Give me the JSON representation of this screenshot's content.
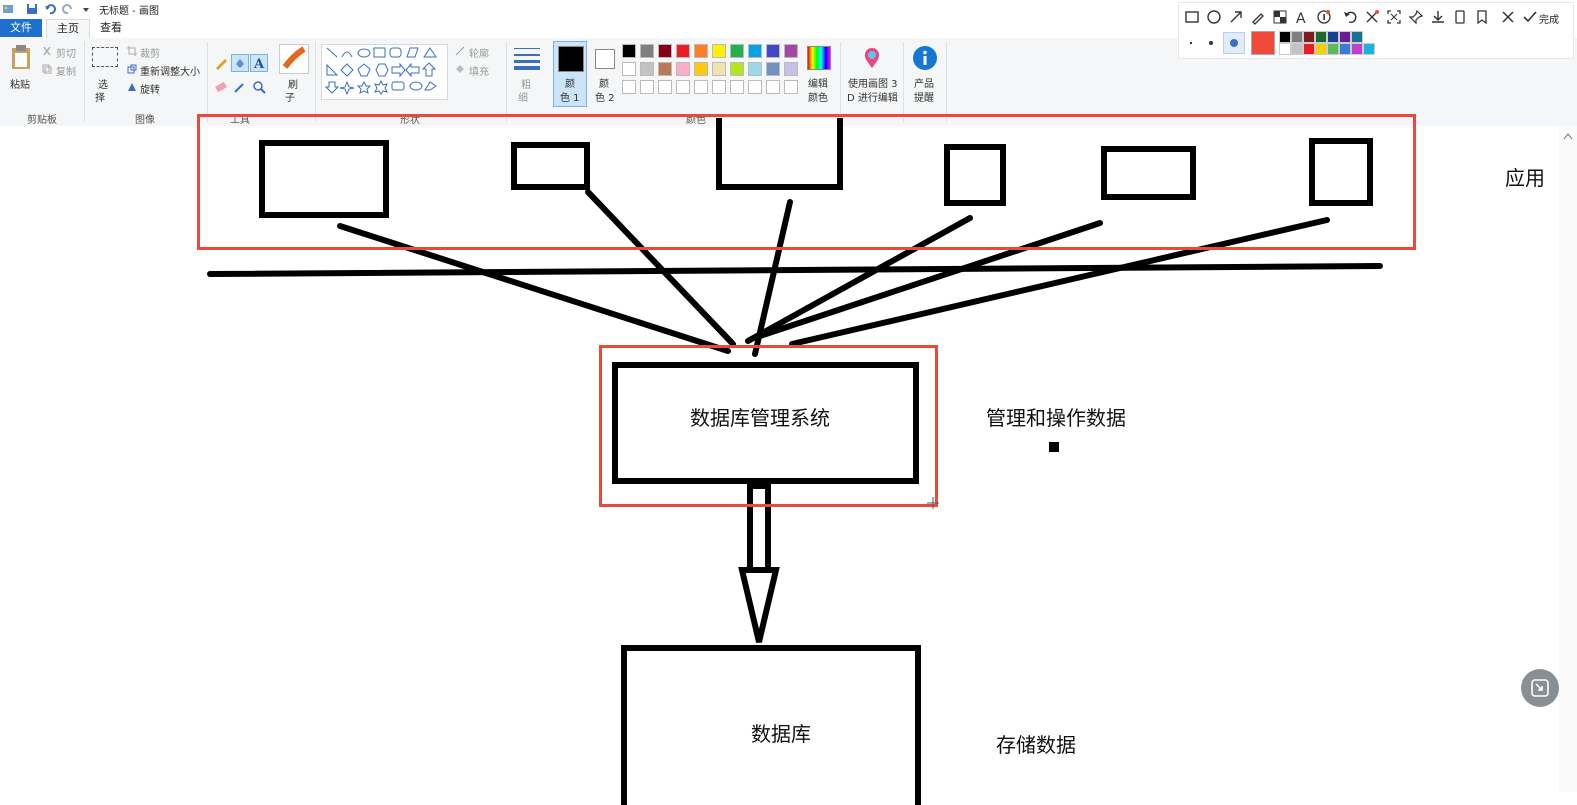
{
  "window": {
    "title": "无标题 - 画图"
  },
  "tabs": {
    "file": "文件",
    "home": "主页",
    "view": "查看"
  },
  "ribbon": {
    "clipboard": {
      "paste": "粘贴",
      "cut": "剪切",
      "copy": "复制",
      "group": "剪贴板"
    },
    "image": {
      "select_1": "选",
      "select_2": "择",
      "crop": "裁剪",
      "resize": "重新调整大小",
      "rotate": "旋转",
      "group": "图像"
    },
    "tools": {
      "group": "工具"
    },
    "brushes": {
      "label_1": "刷",
      "label_2": "子"
    },
    "shapes": {
      "outline": "轮廓",
      "fill": "填充",
      "group": "形状"
    },
    "size": {
      "label_1": "粗",
      "label_2": "细"
    },
    "colors": {
      "color1_a": "颜",
      "color1_b": "色 1",
      "color2_a": "颜",
      "color2_b": "色 2",
      "edit_a": "编辑",
      "edit_b": "颜色",
      "group": "颜色",
      "palette_row1": [
        "#000000",
        "#7f7f7f",
        "#880015",
        "#ed1c24",
        "#ff7f27",
        "#fff200",
        "#22b14c",
        "#00a2e8",
        "#3f48cc",
        "#a349a4"
      ],
      "palette_row2": [
        "#ffffff",
        "#c3c3c3",
        "#b97a57",
        "#ffaec9",
        "#ffc90e",
        "#efe4b0",
        "#b5e61d",
        "#99d9ea",
        "#7092be",
        "#c8bfe7"
      ],
      "palette_row3": [
        "#ffffff",
        "#ffffff",
        "#ffffff",
        "#ffffff",
        "#ffffff",
        "#ffffff",
        "#ffffff",
        "#ffffff",
        "#ffffff",
        "#ffffff"
      ]
    },
    "paint3d": {
      "line1": "使用画图 3",
      "line2": "D 进行编辑"
    },
    "product": {
      "line1": "产品",
      "line2": "提醒"
    }
  },
  "snip_toolbar": {
    "done": "完成",
    "current_color": "#f04a3a",
    "palette_row1": [
      "#000000",
      "#7f7f7f",
      "#7a1d1d",
      "#1c6b2e",
      "#1b3f8f",
      "#6a1b9a",
      "#1b6f8f"
    ],
    "palette_row2": [
      "#ffffff",
      "#c3c3c3",
      "#ed1c24",
      "#f5d000",
      "#5cb85c",
      "#3a7bd5",
      "#c03fd0",
      "#19b4d8"
    ]
  },
  "diagram": {
    "app_label": "应用",
    "dbms_label": "数据库管理系统",
    "dbms_note": "管理和操作数据",
    "db_label": "数据库",
    "db_note": "存储数据"
  }
}
